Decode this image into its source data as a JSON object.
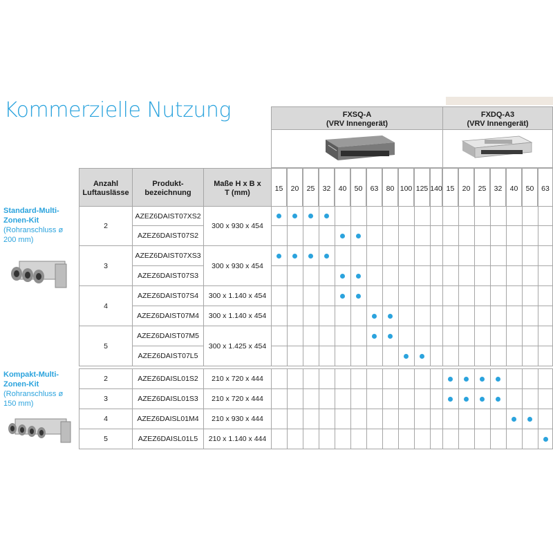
{
  "title": "Kommerzielle Nutzung",
  "units": [
    {
      "name": "FXSQ-A",
      "sub": "(VRV Innengerät)"
    },
    {
      "name": "FXDQ-A3",
      "sub": "(VRV Innengerät)"
    }
  ],
  "headers": {
    "count": "Anzahl Luftauslässe",
    "product": "Produkt-bezeichnung",
    "dims": "Maße H x B x T (mm)"
  },
  "sizes_fxsq": [
    "15",
    "20",
    "25",
    "32",
    "40",
    "50",
    "63",
    "80",
    "100",
    "125",
    "140"
  ],
  "sizes_fxdq": [
    "15",
    "20",
    "25",
    "32",
    "40",
    "50",
    "63"
  ],
  "groups": [
    {
      "title": "Standard-Multi-Zonen-Kit",
      "sub": "(Rohranschluss ø 200 mm)"
    },
    {
      "title": "Kompakt-Multi-Zonen-Kit",
      "sub": "(Rohranschluss ø 150 mm)"
    }
  ],
  "rows": [
    {
      "count": "2",
      "product": "AZEZ6DAIST07XS2",
      "dims": "300 x 930 x 454",
      "dots": [
        0,
        1,
        2,
        3
      ]
    },
    {
      "count": "",
      "product": "AZEZ6DAIST07S2",
      "dims": "",
      "dots": [
        4,
        5
      ]
    },
    {
      "count": "3",
      "product": "AZEZ6DAIST07XS3",
      "dims": "300 x 930 x 454",
      "dots": [
        0,
        1,
        2,
        3
      ]
    },
    {
      "count": "",
      "product": "AZEZ6DAIST07S3",
      "dims": "",
      "dots": [
        4,
        5
      ]
    },
    {
      "count": "4",
      "product": "AZEZ6DAIST07S4",
      "dims": "300 x 1.140 x 454",
      "dots": [
        4,
        5
      ]
    },
    {
      "count": "",
      "product": "AZEZ6DAIST07M4",
      "dims": "300 x 1.140 x 454",
      "dots": [
        6,
        7
      ]
    },
    {
      "count": "5",
      "product": "AZEZ6DAIST07M5",
      "dims": "300 x 1.425 x 454",
      "dots": [
        6,
        7
      ]
    },
    {
      "count": "",
      "product": "AZEZ6DAIST07L5",
      "dims": "",
      "dots": [
        8,
        9
      ]
    },
    {
      "count": "2",
      "product": "AZEZ6DAISL01S2",
      "dims": "210 x 720 x 444",
      "dots": [
        11,
        12,
        13,
        14
      ]
    },
    {
      "count": "3",
      "product": "AZEZ6DAISL01S3",
      "dims": "210 x 720 x 444",
      "dots": [
        11,
        12,
        13,
        14
      ]
    },
    {
      "count": "4",
      "product": "AZEZ6DAISL01M4",
      "dims": "210 x 930 x 444",
      "dots": [
        15,
        16
      ]
    },
    {
      "count": "5",
      "product": "AZEZ6DAISL01L5",
      "dims": "210 x 1.140 x 444",
      "dots": [
        17
      ]
    }
  ],
  "colors": {
    "accent": "#2ba3dd",
    "header_bg": "#d9d9d9",
    "border": "#a6a6a6"
  }
}
